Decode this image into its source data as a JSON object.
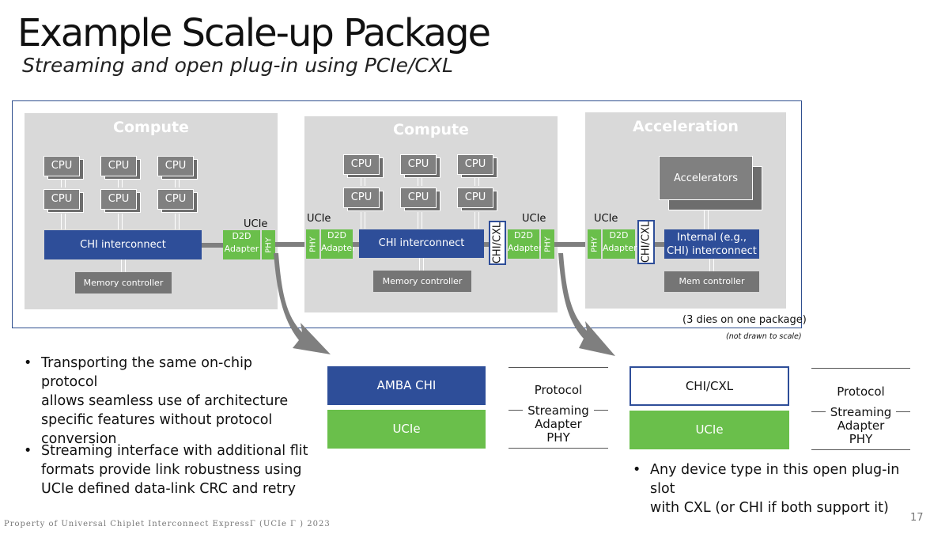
{
  "title": "Example Scale-up Package",
  "subtitle": "Streaming and open plug-in using PCIe/CXL",
  "dies": {
    "compute1": {
      "title": "Compute",
      "cpu_label": "CPU",
      "interconnect": "CHI interconnect",
      "memory": "Memory controller"
    },
    "compute2": {
      "title": "Compute",
      "cpu_label": "CPU",
      "interconnect": "CHI interconnect",
      "memory": "Memory controller"
    },
    "acceleration": {
      "title": "Acceleration",
      "accelerators": "Accelerators",
      "interconnect_line1": "Internal (e.g.,",
      "interconnect_line2": "CHI) interconnect",
      "memory": "Mem controller"
    }
  },
  "link_labels": {
    "ucie": "UCIe",
    "d2d_line1": "D2D",
    "d2d_line2": "Adapter",
    "phy": "PHY",
    "chi_cxl": "CHI/CXL"
  },
  "package_note": "(3 dies on one package)",
  "scale_note": "(not drawn to scale)",
  "left_stack": {
    "top": "AMBA CHI",
    "bottom": "UCIe"
  },
  "right_stack": {
    "top": "CHI/CXL",
    "bottom": "UCIe"
  },
  "layers": {
    "protocol": "Protocol",
    "streaming": "Streaming",
    "adapter": "Adapter",
    "phy": "PHY"
  },
  "bullets_left": [
    [
      "Transporting the same on-chip protocol",
      "allows seamless use of architecture",
      "specific features without protocol",
      "conversion"
    ],
    [
      "Streaming interface with additional flit",
      "formats provide link robustness using",
      "UCIe defined data-link CRC and retry"
    ]
  ],
  "bullet_right": [
    "Any device type in this open plug-in slot",
    "with CXL (or CHI if both support it)"
  ],
  "footer": "Property of Universal Chiplet Interconnect ExpressΓ (UCIe Γ ) 2023",
  "page_number": "17",
  "colors": {
    "chi_blue": "#2e4e99",
    "ucie_green": "#6abf4b",
    "die_grey": "#d9d9d9",
    "package_border": "#2f4f8f"
  }
}
